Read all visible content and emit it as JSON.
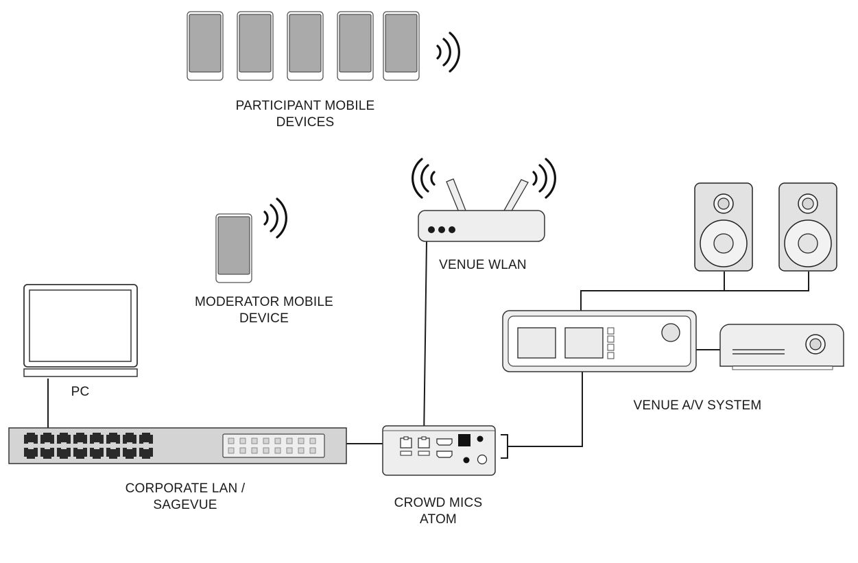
{
  "labels": {
    "participant_devices": [
      "PARTICIPANT MOBILE",
      "DEVICES"
    ],
    "moderator_device": [
      "MODERATOR MOBILE",
      "DEVICE"
    ],
    "venue_wlan": "VENUE WLAN",
    "venue_av_system": "VENUE A/V SYSTEM",
    "pc": "PC",
    "corporate_lan": [
      "CORPORATE LAN /",
      "SAGEVUE"
    ],
    "crowd_mics_atom": [
      "CROWD MICS",
      "ATOM"
    ]
  },
  "nodes": [
    {
      "id": "participant-phones",
      "icon": "smartphone-icon",
      "count": 5
    },
    {
      "id": "moderator-phone",
      "icon": "smartphone-icon",
      "count": 1
    },
    {
      "id": "wlan-router",
      "icon": "wifi-router-icon"
    },
    {
      "id": "speakers",
      "icon": "speaker-icon",
      "count": 2
    },
    {
      "id": "av-mixer",
      "icon": "av-receiver-icon"
    },
    {
      "id": "projector",
      "icon": "projector-icon"
    },
    {
      "id": "pc",
      "icon": "laptop-icon"
    },
    {
      "id": "network-switch",
      "icon": "network-switch-icon"
    },
    {
      "id": "crowd-mics-atom",
      "icon": "atom-device-icon"
    }
  ],
  "connections": [
    [
      "pc",
      "network-switch"
    ],
    [
      "network-switch",
      "crowd-mics-atom"
    ],
    [
      "wlan-router",
      "crowd-mics-atom"
    ],
    [
      "crowd-mics-atom",
      "av-mixer"
    ],
    [
      "av-mixer",
      "speakers"
    ],
    [
      "av-mixer",
      "projector"
    ]
  ],
  "colors": {
    "stroke": "#1a1a1a",
    "screen_fill": "#aaaaaa",
    "device_fill": "#ededed",
    "switch_fill": "#d4d4d4"
  }
}
